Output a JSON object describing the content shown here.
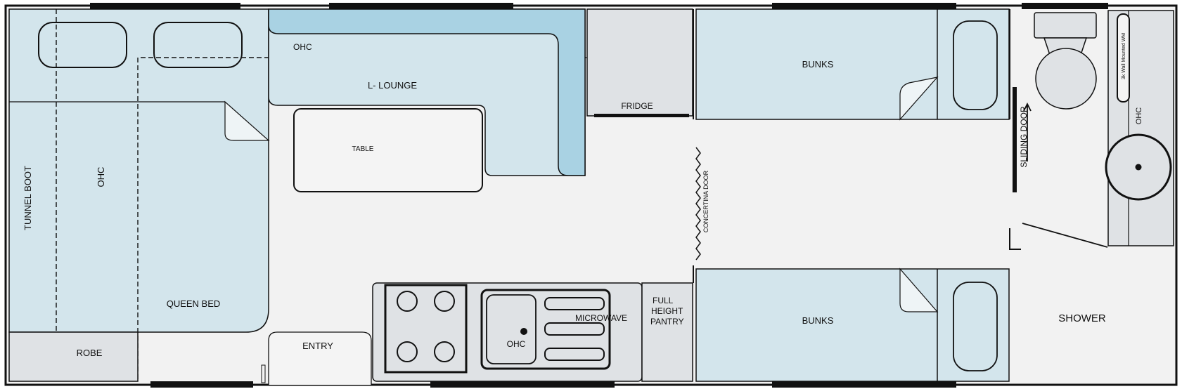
{
  "labels": {
    "tunnel_boot": "TUNNEL BOOT",
    "ohc_bed": "OHC",
    "queen_bed": "QUEEN BED",
    "robe": "ROBE",
    "ohc_lounge": "OHC",
    "l_lounge": "L- LOUNGE",
    "table": "TABLE",
    "fridge": "FRIDGE",
    "entry": "ENTRY",
    "ohc_kitchen": "OHC",
    "microwave": "MICROWAVE",
    "pantry_line1": "FULL",
    "pantry_line2": "HEIGHT",
    "pantry_line3": "PANTRY",
    "concertina_door": "CONCERTINA DOOR",
    "bunks_top": "BUNKS",
    "bunks_bottom": "BUNKS",
    "sliding_door": "SLIDING DOOR",
    "ohc_bathroom": "OHC",
    "washing_machine": "3k Wall Mounted WM",
    "shower": "SHOWER"
  },
  "colors": {
    "outline": "#111111",
    "floor": "#f2f2f2",
    "furniture_blue": "#d3e5ec",
    "cushion_blue": "#a9d2e3",
    "cabinet_grey": "#dfe2e5",
    "window": "#111111"
  }
}
